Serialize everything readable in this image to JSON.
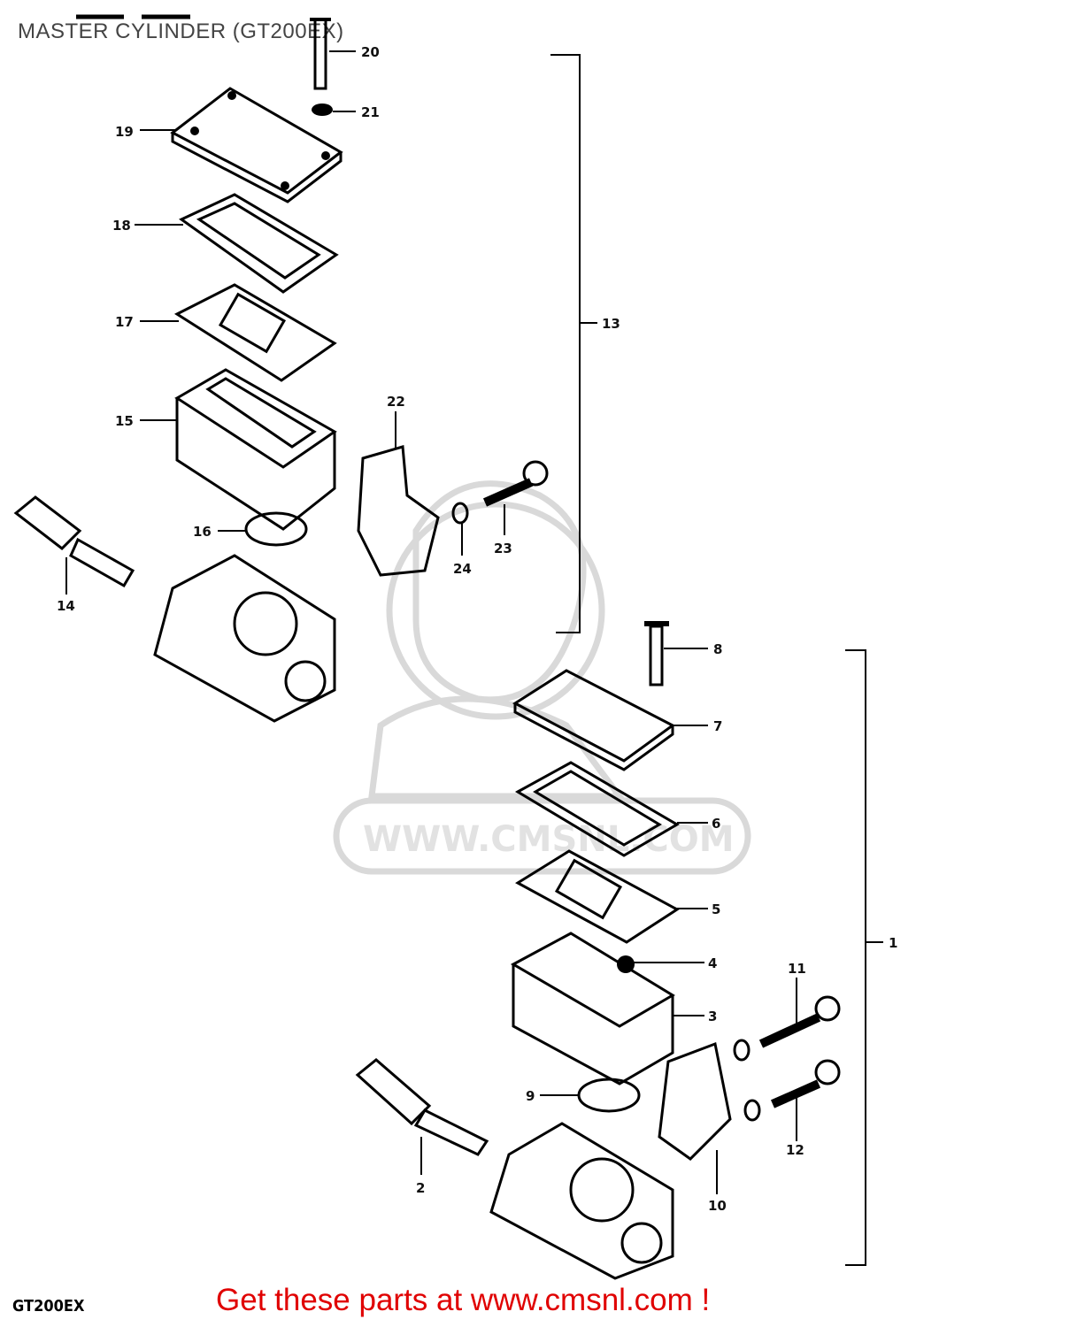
{
  "title": "MASTER CYLINDER (GT200EX)",
  "footer_code": "GT200EX",
  "cta": "Get these parts at www.cmsnl.com !",
  "watermark": "WWW.CMSNL.COM",
  "colors": {
    "cta": "#e00000",
    "title": "#444444",
    "lines": "#000000",
    "watermark": "#d9d9d9"
  },
  "labels": [
    "1",
    "2",
    "3",
    "4",
    "5",
    "6",
    "7",
    "8",
    "9",
    "10",
    "11",
    "12",
    "13",
    "14",
    "15",
    "16",
    "17",
    "18",
    "19",
    "20",
    "21",
    "22",
    "23",
    "24"
  ]
}
